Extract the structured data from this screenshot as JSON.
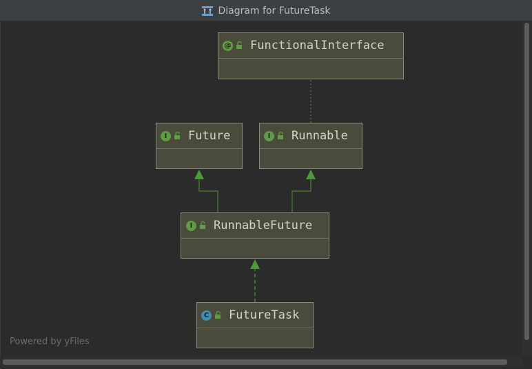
{
  "window": {
    "title": "Diagram for FutureTask"
  },
  "nodes": [
    {
      "id": "functional-interface",
      "label": "FunctionalInterface",
      "kind": "annotation",
      "badge": "@"
    },
    {
      "id": "future",
      "label": "Future",
      "kind": "interface",
      "badge": "I"
    },
    {
      "id": "runnable",
      "label": "Runnable",
      "kind": "interface",
      "badge": "I"
    },
    {
      "id": "runnable-future",
      "label": "RunnableFuture",
      "kind": "interface",
      "badge": "I"
    },
    {
      "id": "future-task",
      "label": "FutureTask",
      "kind": "class",
      "badge": "C"
    }
  ],
  "edges": [
    {
      "from": "runnable",
      "to": "functional-interface",
      "type": "annotation-dotted"
    },
    {
      "from": "runnable-future",
      "to": "future",
      "type": "extends"
    },
    {
      "from": "runnable-future",
      "to": "runnable",
      "type": "extends"
    },
    {
      "from": "future-task",
      "to": "runnable-future",
      "type": "implements-dashed"
    }
  ],
  "watermark": "Powered by yFiles",
  "colors": {
    "background": "#2b2b2b",
    "node_fill": "#4a4a3d",
    "node_border": "#8a8a7a",
    "edge_green": "#4e9a3a",
    "dotted_edge": "#8a7a5a",
    "interface_badge": "#5f9d45",
    "class_badge": "#3f8db3"
  }
}
